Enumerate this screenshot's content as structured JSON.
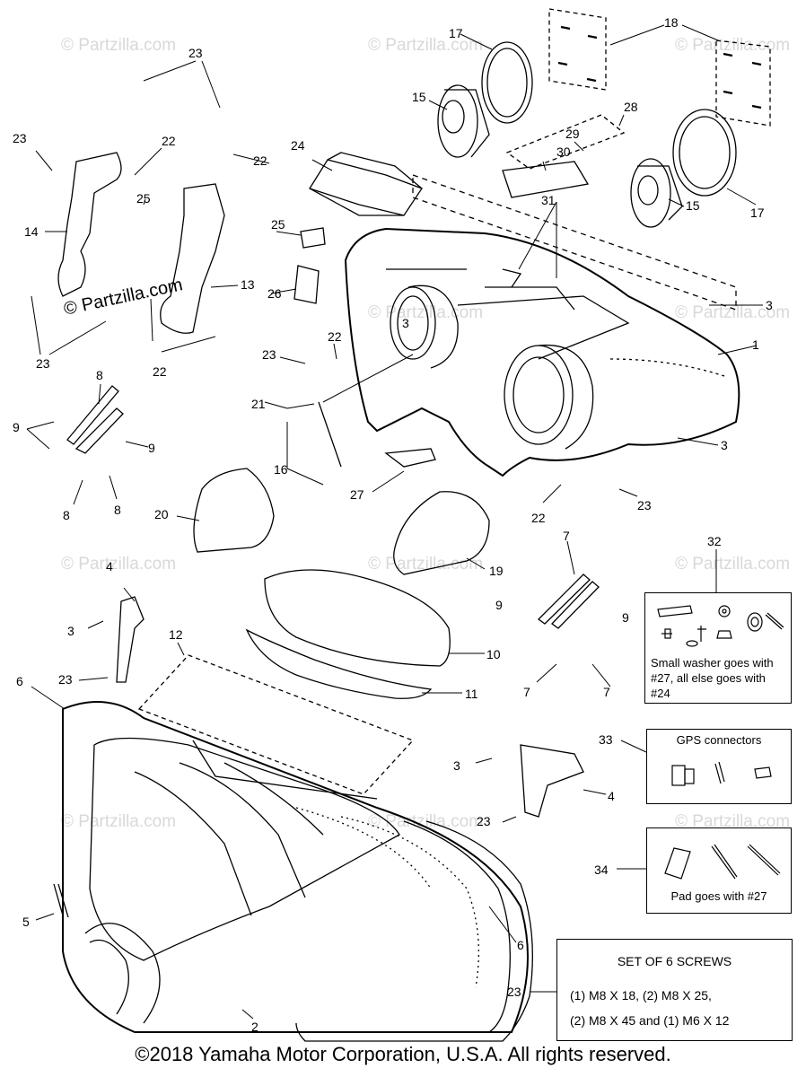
{
  "watermark": "© Partzilla.com",
  "callouts": [
    "1",
    "2",
    "3",
    "3",
    "3",
    "3",
    "3",
    "4",
    "4",
    "5",
    "6",
    "6",
    "7",
    "7",
    "7",
    "8",
    "8",
    "8",
    "9",
    "9",
    "9",
    "9",
    "10",
    "11",
    "12",
    "13",
    "14",
    "15",
    "15",
    "16",
    "17",
    "17",
    "18",
    "19",
    "20",
    "21",
    "22",
    "22",
    "22",
    "22",
    "22",
    "23",
    "23",
    "23",
    "23",
    "23",
    "23",
    "23",
    "23",
    "24",
    "25",
    "25",
    "26",
    "27",
    "28",
    "29",
    "30",
    "31",
    "32",
    "33",
    "34"
  ],
  "box32": {
    "number": "32",
    "note": "Small washer goes with #27, all else goes with #24"
  },
  "box33": {
    "number": "33",
    "title": "GPS connectors"
  },
  "box34": {
    "number": "34",
    "note": "Pad goes with #27"
  },
  "screw_set": {
    "number": "23",
    "title": "SET OF 6 SCREWS",
    "line1": "(1) M8 X 18, (2) M8 X 25,",
    "line2": "(2) M8 X 45 and (1) M6 X 12"
  },
  "footer": "©2018 Yamaha Motor Corporation, U.S.A. All rights reserved."
}
